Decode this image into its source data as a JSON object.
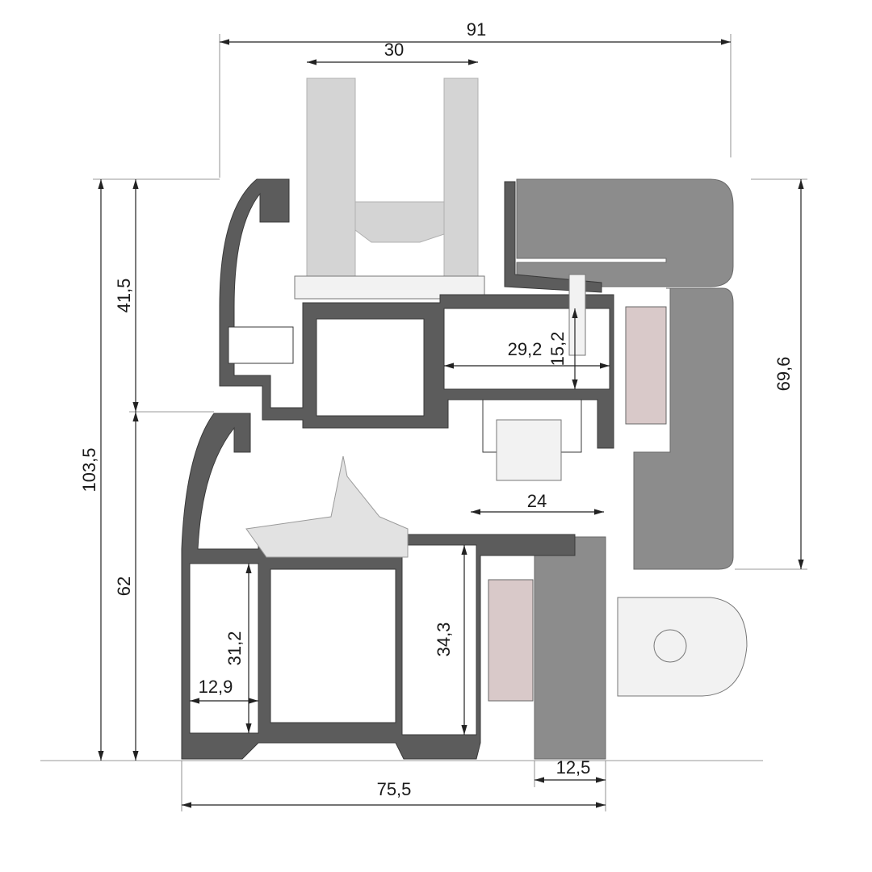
{
  "drawing": {
    "dimensions": {
      "overall_width": "91",
      "glass_width": "30",
      "sash_height": "41,5",
      "total_height": "103,5",
      "frame_height": "62",
      "cladding_height": "69,6",
      "sash_chamber_width": "29,2",
      "sash_chamber_height": "15,2",
      "hardware_gap": "24",
      "frame_chamber_height": "34,3",
      "outer_chamber_height": "31,2",
      "outer_chamber_width": "12,9",
      "cladding_thickness": "12,5",
      "frame_width": "75,5"
    },
    "colors": {
      "profile": "#5c5c5c",
      "wood": "#8c8c8c",
      "glass": "#d4d4d4"
    }
  }
}
